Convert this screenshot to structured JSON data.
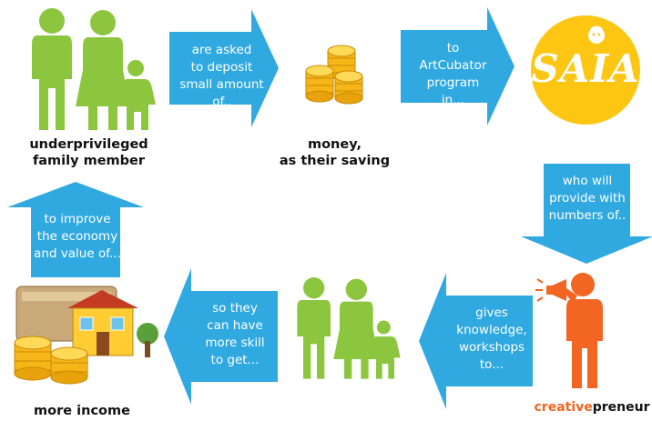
{
  "colors": {
    "arrow_blue": "#2fa9e0",
    "family_green": "#8cc63f",
    "saia_yellow": "#fdc613",
    "creative_orange": "#f26522",
    "coin_gold": "#f6b617"
  },
  "nodes": {
    "family_top": {
      "line1": "underprivileged",
      "line2": "family member",
      "icon": "family-icon"
    },
    "money": {
      "line1": "money,",
      "line2": "as their saving",
      "icon": "coins-icon"
    },
    "saia": {
      "logo_text": "SAIA",
      "icon": "saia-logo"
    },
    "creativepreneur": {
      "prefix": "creative",
      "suffix": "preneur",
      "icon": "megaphone-person-icon"
    },
    "family_bottom": {
      "icon": "family-icon"
    },
    "income": {
      "line1": "more income",
      "icon": "house-coins-icon"
    }
  },
  "arrows": {
    "a1": {
      "l1": "are asked",
      "l2": "to deposit",
      "l3": "small amount",
      "l4": "of.."
    },
    "a2": {
      "l1": "to",
      "l2": "ArtCubator",
      "l3": "program",
      "l4": "in..."
    },
    "a3": {
      "l1": "who will",
      "l2": "provide with",
      "l3": "numbers of.."
    },
    "a4": {
      "l1": "gives",
      "l2": "knowledge,",
      "l3": "workshops",
      "l4": "to..."
    },
    "a5": {
      "l1": "so they",
      "l2": "can have",
      "l3": "more skill",
      "l4": "to get..."
    },
    "a6": {
      "l1": "to improve",
      "l2": "the economy",
      "l3": "and value of..."
    }
  }
}
